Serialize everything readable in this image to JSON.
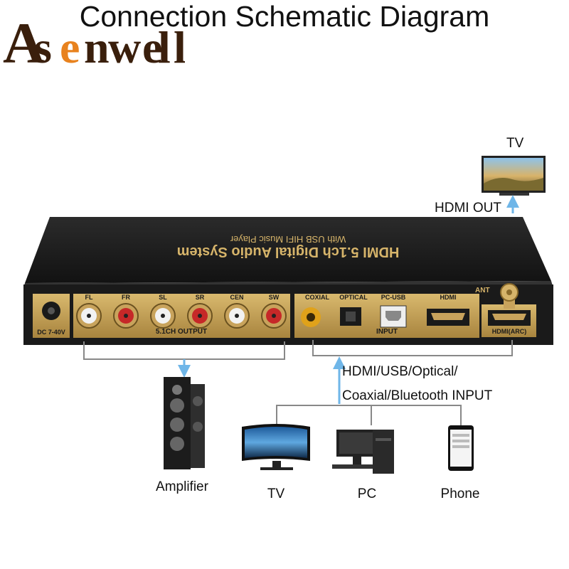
{
  "brand": {
    "name": "Asenwell",
    "letters": [
      "A",
      "s",
      "e",
      "n",
      "w",
      "e",
      "l",
      "l"
    ],
    "accent_letter_index": 2,
    "colors": {
      "text": "#3a1f0c",
      "accent": "#e8821e"
    }
  },
  "title": "Connection Schematic Diagram",
  "device": {
    "name": "HDMI 5.1ch Digital Audio System",
    "subname": "With USB HIFI Music Player",
    "power_label": "DC 7-40V",
    "output_group_label": "5.1CH OUTPUT",
    "output_channels": [
      "FL",
      "FR",
      "SL",
      "SR",
      "CEN",
      "SW"
    ],
    "input_group_label": "INPUT",
    "input_labels": [
      "COXIAL",
      "OPTICAL",
      "PC-USB",
      "HDMI"
    ],
    "antenna_label": "ANT",
    "arc_label": "HDMI(ARC)",
    "colors": {
      "body": "#1e1e1e",
      "panel": "#c8a35c",
      "text_gold": "#d6b46a",
      "rca_red": "#c62828",
      "rca_white": "#f2f2f2",
      "coax": "#e0a21a"
    }
  },
  "connections": {
    "top_tv_label": "TV",
    "hdmi_out_label": "HDMI OUT",
    "input_caption_line1": "HDMI/USB/Optical/",
    "input_caption_line2": "Coaxial/Bluetooth INPUT",
    "arrow_color": "#6fb6e8"
  },
  "sources": [
    {
      "label": "TV",
      "icon": "monitor-icon"
    },
    {
      "label": "PC",
      "icon": "pc-icon"
    },
    {
      "label": "Phone",
      "icon": "phone-icon"
    }
  ],
  "amplifier": {
    "label": "Amplifier",
    "icon": "speaker-icon"
  }
}
